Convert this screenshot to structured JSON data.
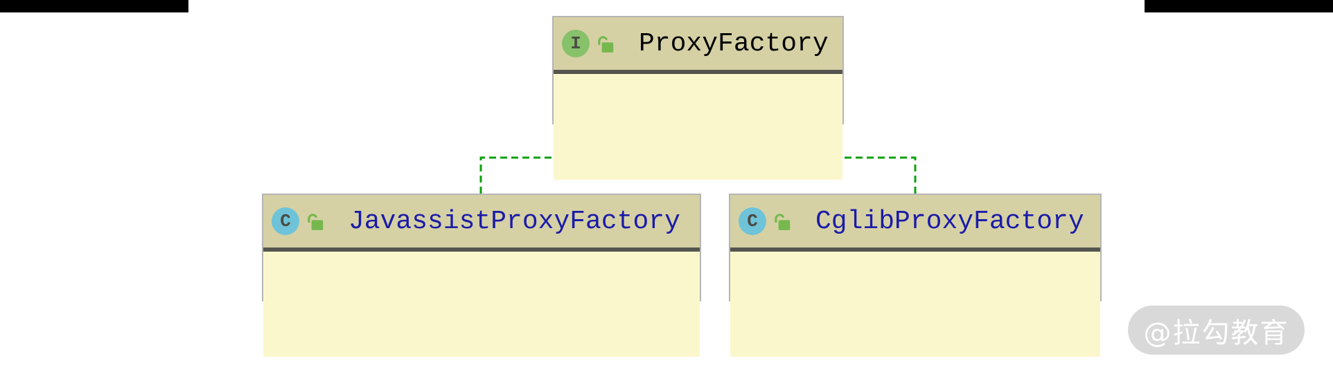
{
  "diagram": {
    "type": "uml-class-diagram",
    "nodes": [
      {
        "id": "proxy-factory",
        "kind": "interface",
        "icon_letter": "I",
        "name": "ProxyFactory",
        "name_color": "#000000"
      },
      {
        "id": "javassist-proxy-factory",
        "kind": "class",
        "icon_letter": "C",
        "name": "JavassistProxyFactory",
        "name_color": "#1b1ba8"
      },
      {
        "id": "cglib-proxy-factory",
        "kind": "class",
        "icon_letter": "C",
        "name": "CglibProxyFactory",
        "name_color": "#1b1ba8"
      }
    ],
    "edges": [
      {
        "from": "javassist-proxy-factory",
        "to": "proxy-factory",
        "type": "realization",
        "style": "dashed-green-hollowless-arrow"
      },
      {
        "from": "cglib-proxy-factory",
        "to": "proxy-factory",
        "type": "realization",
        "style": "dashed-green-hollowless-arrow"
      }
    ],
    "colors": {
      "header_bg": "#d5d1a5",
      "body_bg": "#fbf7cd",
      "box_border": "#b5b5b5",
      "separator": "#55554f",
      "interface_icon_bg": "#87c169",
      "class_icon_bg": "#6ec3d9",
      "icon_letter": "#4c4c45",
      "lock_icon": "#76b84e",
      "edge_line": "#0ca00c",
      "arrow_fill": "#0b800b"
    }
  },
  "watermark": {
    "text": "@拉勾教育",
    "bg": "#d9d9d9",
    "text_color": "#ffffff"
  }
}
